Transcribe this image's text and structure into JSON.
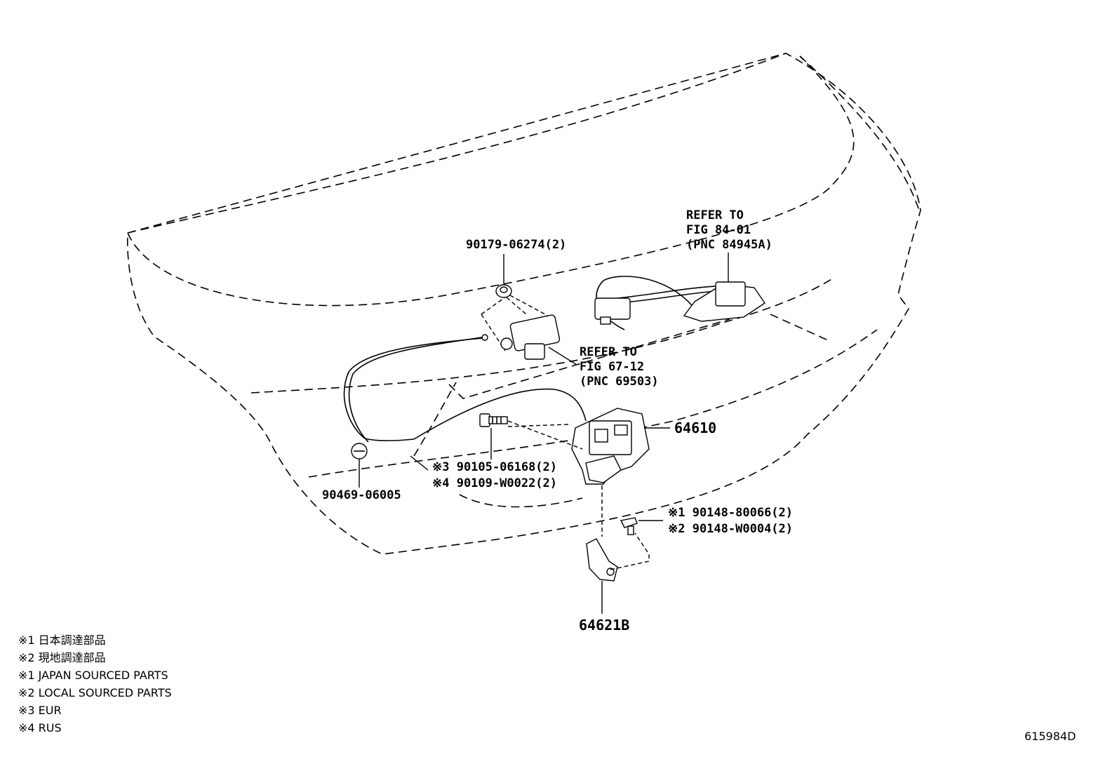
{
  "callouts": {
    "c1": "90179-06274(2)",
    "c2_l1": "REFER TO",
    "c2_l2": "FIG 84-01",
    "c2_l3": "(PNC 84945A)",
    "c3_l1": "REFER TO",
    "c3_l2": "FIG 67-12",
    "c3_l3": "(PNC 69503)",
    "c4": "64610",
    "c5_l1": "※3 90105-06168(2)",
    "c5_l2": "※4 90109-W0022(2)",
    "c6": "90469-06005",
    "c7_l1": "※1 90148-80066(2)",
    "c7_l2": "※2 90148-W0004(2)",
    "c8": "64621B"
  },
  "legend": [
    "※1  日本調達部品",
    "※2  現地調達部品",
    "※1  JAPAN SOURCED PARTS",
    "※2  LOCAL SOURCED PARTS",
    "※3 EUR",
    "※4 RUS"
  ],
  "figure_id": "615984D"
}
